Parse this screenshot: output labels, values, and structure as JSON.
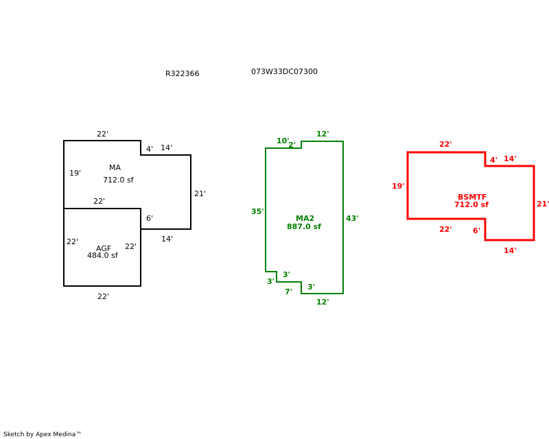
{
  "header": {
    "parcel_id": "R322366",
    "map_number": "073W33DC07300"
  },
  "colors": {
    "ma": "#000000",
    "ma2": "#008000",
    "bsmtf": "#ff0000"
  },
  "areas": {
    "ma": {
      "name": "MA",
      "area": "712.0 sf",
      "dims": [
        "22'",
        "4'",
        "14'",
        "19'",
        "21'",
        "6'",
        "14'"
      ]
    },
    "agf": {
      "name": "AGF",
      "area": "484.0 sf",
      "dims": [
        "22'",
        "22'",
        "22'",
        "22'"
      ]
    },
    "ma2": {
      "name": "MA2",
      "area": "887.0 sf",
      "dims": [
        "10'",
        "2'",
        "12'",
        "35'",
        "43'",
        "3'",
        "3'",
        "7'",
        "3'",
        "12'"
      ]
    },
    "bsmtf": {
      "name": "BSMTF",
      "area": "712.0 sf",
      "dims": [
        "22'",
        "4'",
        "14'",
        "19'",
        "21'",
        "22'",
        "6'",
        "14'"
      ]
    }
  },
  "footer": {
    "credit": "Sketch by Apex Medina™"
  }
}
